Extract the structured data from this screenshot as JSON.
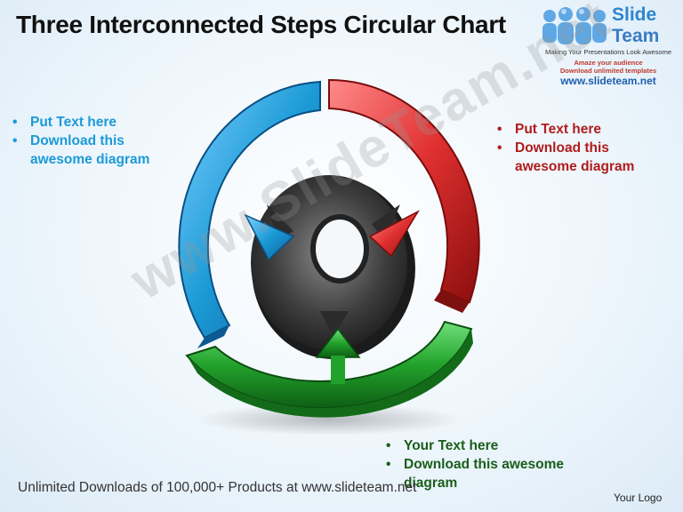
{
  "title": "Three Interconnected Steps Circular Chart",
  "logo": {
    "word_top": "Slide",
    "word_bottom": "Team",
    "tagline": "Making Your Presentations Look Awesome",
    "line1": "Amaze your audience",
    "line2": "Download unlimited templates",
    "url": "www.slideteam.net"
  },
  "left_text": {
    "items": [
      "Put Text here",
      "Download this awesome diagram"
    ]
  },
  "right_text": {
    "items": [
      "Put Text here",
      "Download this awesome diagram"
    ]
  },
  "bottom_text": {
    "items": [
      "Your Text here",
      "Download this awesome diagram"
    ]
  },
  "watermark": "www.SlideTeam.net",
  "footer": "Unlimited Downloads of 100,000+ Products at www.slideteam.net",
  "your_logo": "Your Logo",
  "colors": {
    "blue": "#1b9ad6",
    "red": "#e03030",
    "green": "#22a22b",
    "center": "#3a3a3a"
  }
}
